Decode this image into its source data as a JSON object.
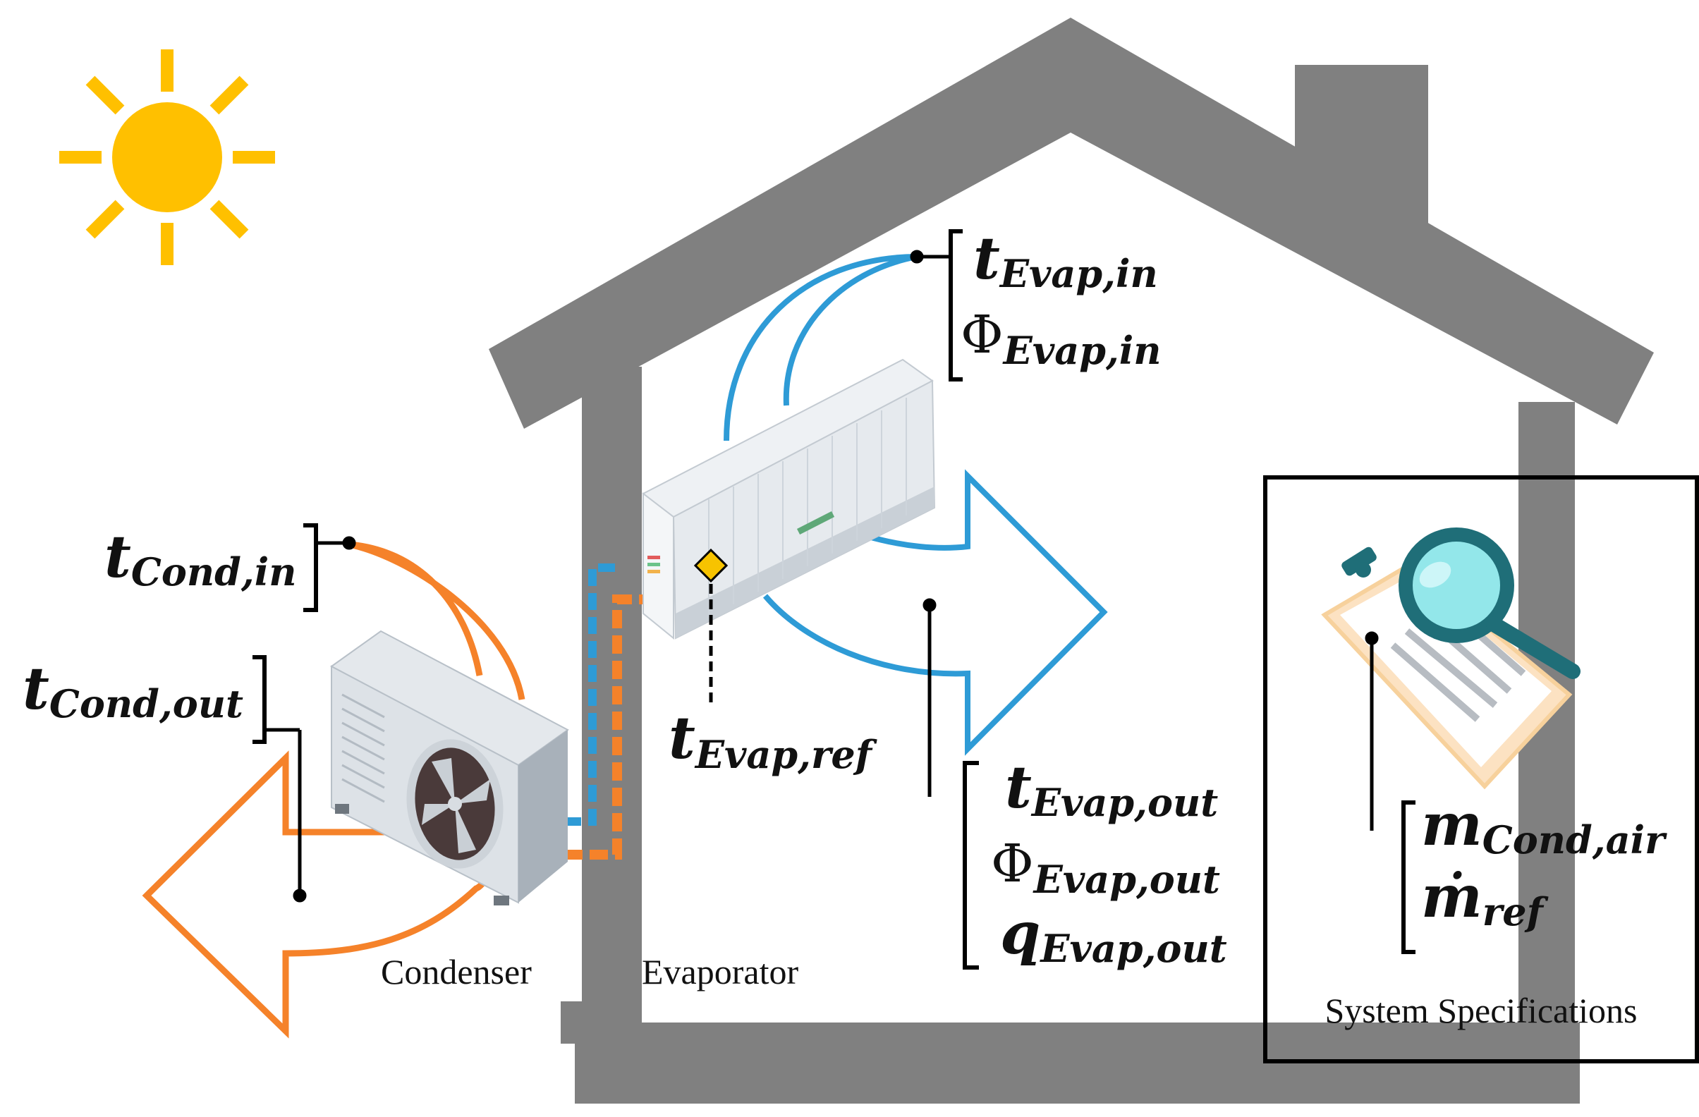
{
  "labels": {
    "condenser": "Condenser",
    "evaporator": "Evaporator",
    "system_specifications": "System Specifications"
  },
  "variables": {
    "t_cond_in": {
      "main": "t",
      "sub": "Cond,in"
    },
    "t_cond_out": {
      "main": "t",
      "sub": "Cond,out"
    },
    "t_evap_in": {
      "main": "t",
      "sub": "Evap,in"
    },
    "phi_evap_in": {
      "main": "Φ",
      "sub": "Evap,in"
    },
    "t_evap_ref": {
      "main": "t",
      "sub": "Evap,ref"
    },
    "t_evap_out": {
      "main": "t",
      "sub": "Evap,out"
    },
    "phi_evap_out": {
      "main": "Φ",
      "sub": "Evap,out"
    },
    "q_evap_out": {
      "main": "q",
      "sub": "Evap,out"
    },
    "m_cond_air": {
      "main": "m",
      "sub": "Cond,air"
    },
    "m_ref": {
      "main": "ṁ",
      "sub": "ref"
    }
  },
  "colors": {
    "house": "#808080",
    "sun": "#FFC000",
    "hot_air": "#F5822A",
    "cold_air": "#2E9BD6",
    "sensor": "#F7C300",
    "text": "#111111"
  },
  "icons": [
    "sun-icon",
    "house-icon",
    "outdoor-condenser-unit-icon",
    "indoor-evaporator-unit-icon",
    "clipboard-magnifier-icon"
  ]
}
